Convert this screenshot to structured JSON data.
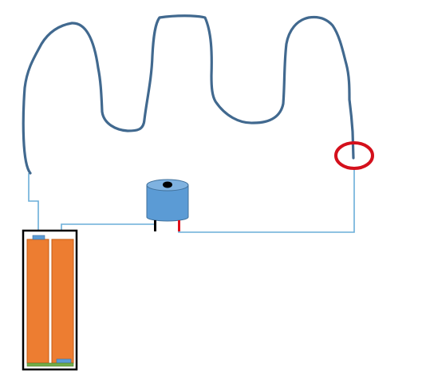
{
  "diagram": {
    "components": [
      {
        "id": "wire-loop",
        "kind": "bent wire (steady hand path)"
      },
      {
        "id": "wand-ring",
        "kind": "loop / ring"
      },
      {
        "id": "buzzer",
        "kind": "buzzer"
      },
      {
        "id": "battery-pack",
        "kind": "2 x battery holder"
      }
    ],
    "colors": {
      "wire_loop": "#41698f",
      "thin_wire": "#6aaed8",
      "ring": "#d4101c",
      "buzzer_body": "#5b9bd5",
      "buzzer_top": "#6fa8da",
      "buzzer_hole": "#000000",
      "battery_cell": "#ed7d31",
      "battery_holder": "#000000",
      "battery_contact": "#5b9bd5",
      "battery_bottom_strip": "#70ad47",
      "lead_negative": "#000000",
      "lead_positive": "#e0101a"
    }
  }
}
